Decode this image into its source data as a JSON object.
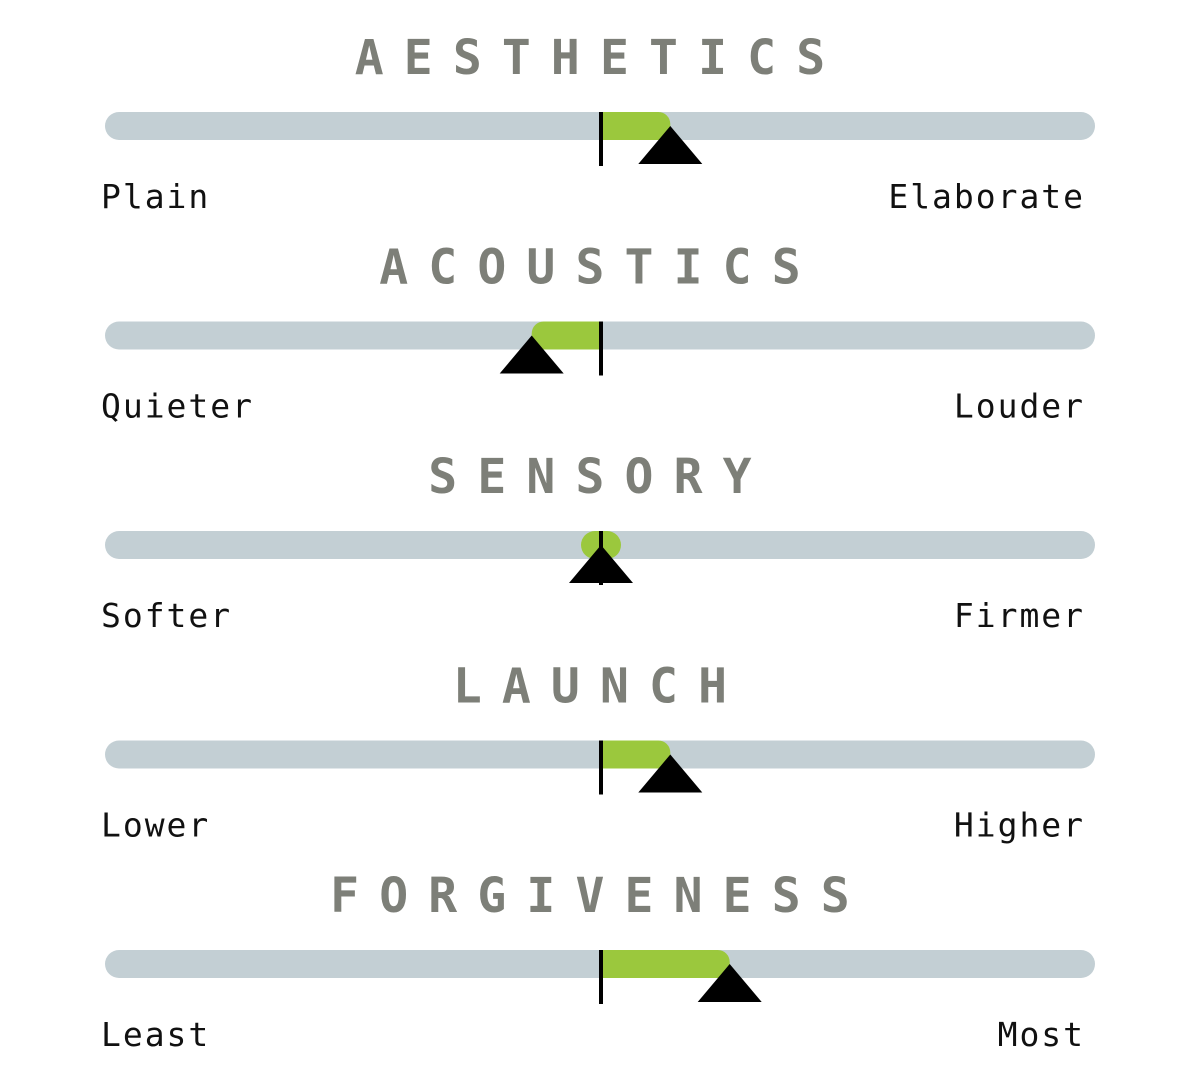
{
  "chart_data": {
    "type": "bar",
    "description_scale": "diverging slider from -1 (left end) to +1 (right end), center = 0",
    "xlim": [
      -1,
      1
    ],
    "colors": {
      "track": "#c3cfd4",
      "fill": "#9bc83d",
      "marker": "#000000",
      "title": "#7d7f78",
      "label": "#111111"
    },
    "scales": [
      {
        "title": "AESTHETICS",
        "left_label": "Plain",
        "right_label": "Elaborate",
        "value": 0.14
      },
      {
        "title": "ACOUSTICS",
        "left_label": "Quieter",
        "right_label": "Louder",
        "value": -0.14
      },
      {
        "title": "SENSORY",
        "left_label": "Softer",
        "right_label": "Firmer",
        "value": 0.0
      },
      {
        "title": "LAUNCH",
        "left_label": "Lower",
        "right_label": "Higher",
        "value": 0.14
      },
      {
        "title": "FORGIVENESS",
        "left_label": "Least",
        "right_label": "Most",
        "value": 0.26
      }
    ]
  }
}
